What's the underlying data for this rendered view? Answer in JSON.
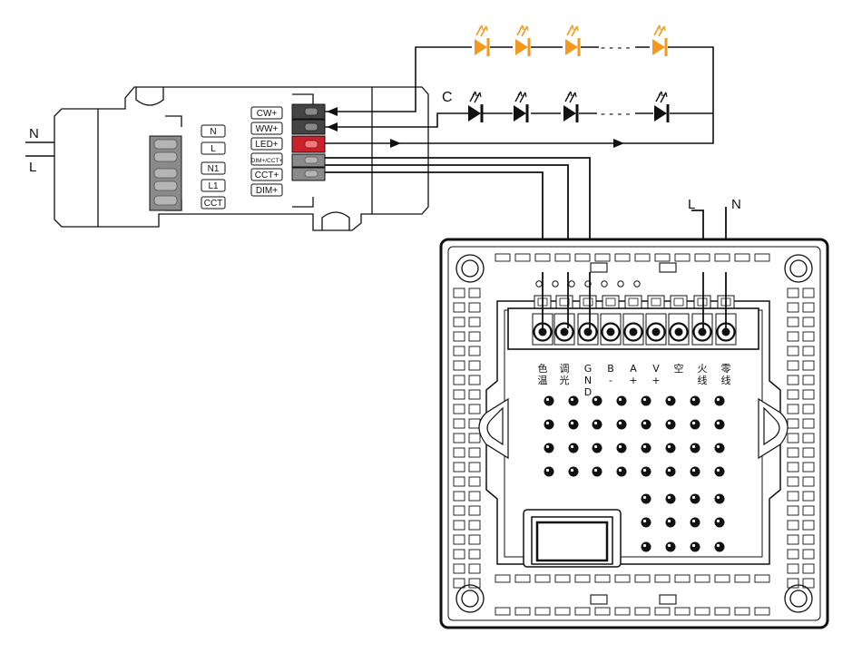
{
  "mains": {
    "n": "N",
    "l": "L"
  },
  "driver": {
    "left_terminals": [
      "N",
      "L",
      "N1",
      "L1",
      "CCT"
    ],
    "right_terminals": [
      "CW+",
      "WW+",
      "LED+",
      "DIM+/CCT+",
      "CCT+",
      "DIM+"
    ]
  },
  "led_strings": {
    "c_label": "C",
    "ellipsis": "- - - -"
  },
  "panel": {
    "supply_l": "L",
    "supply_n": "N",
    "terminal_labels": [
      [
        "色",
        "温"
      ],
      [
        "调",
        "光"
      ],
      [
        "G",
        "N",
        "D"
      ],
      [
        "B",
        "-"
      ],
      [
        "A",
        "+"
      ],
      [
        "V",
        "+"
      ],
      [
        "空"
      ],
      [
        "火",
        "线"
      ],
      [
        "零",
        "线"
      ]
    ]
  },
  "colors": {
    "line": "#111111",
    "orange_led": "#f39a1e",
    "red_terminal": "#c9222a",
    "dark_terminal": "#444444",
    "grey_terminal": "#8a8a8a"
  }
}
